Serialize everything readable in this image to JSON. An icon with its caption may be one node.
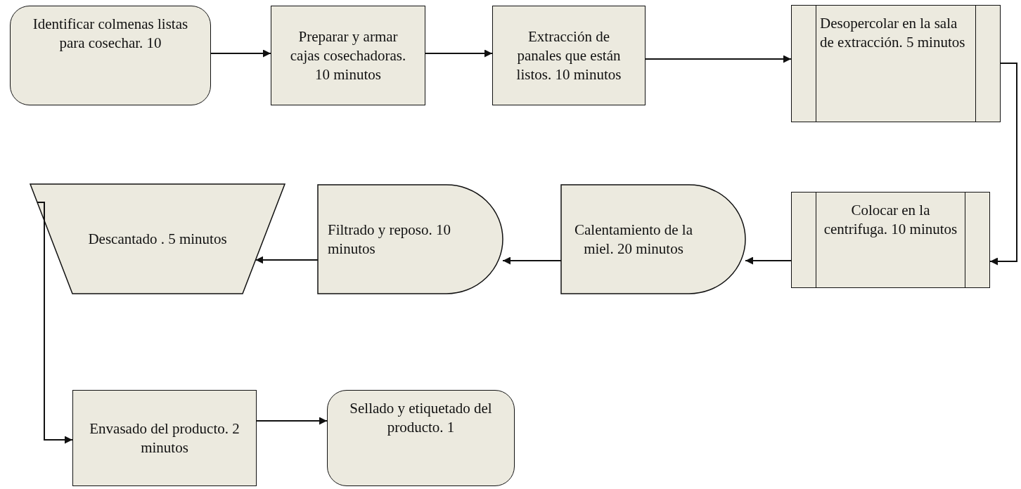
{
  "diagram": {
    "nodes": [
      {
        "text": [
          "Identificar colmenas listas para cosechar. 10"
        ]
      },
      {
        "text": [
          "Preparar y armar cajas cosechadoras. 10 minutos"
        ]
      },
      {
        "text": [
          "Extracción de panales que están listos. 10 minutos"
        ]
      },
      {
        "text": [
          "Desopercolar en la sala de extracción. 5 minutos"
        ]
      },
      {
        "text": [
          "Descantado . 5 minutos"
        ]
      },
      {
        "text": [
          "Filtrado y reposo. 10 minutos"
        ]
      },
      {
        "text": [
          "Calentamiento de la miel. 20 minutos"
        ]
      },
      {
        "text": [
          "Colocar en la centrifuga. 10 minutos"
        ]
      },
      {
        "text": [
          "Envasado del producto. 2 minutos"
        ]
      },
      {
        "text": [
          "Sellado y etiquetado del producto. 1"
        ]
      }
    ],
    "edges": [
      {
        "from": 0,
        "to": 1,
        "arrow": "to"
      },
      {
        "from": 1,
        "to": 2,
        "arrow": "to"
      },
      {
        "from": 2,
        "to": 3,
        "arrow": "to"
      },
      {
        "from": 3,
        "to": 7,
        "arrow": "to"
      },
      {
        "from": 7,
        "to": 6,
        "arrow": "to"
      },
      {
        "from": 6,
        "to": 5,
        "arrow": "to"
      },
      {
        "from": 5,
        "to": 4,
        "arrow": "to"
      },
      {
        "from": 4,
        "to": 8,
        "arrow": "to"
      },
      {
        "from": 8,
        "to": 9,
        "arrow": "to"
      }
    ]
  }
}
